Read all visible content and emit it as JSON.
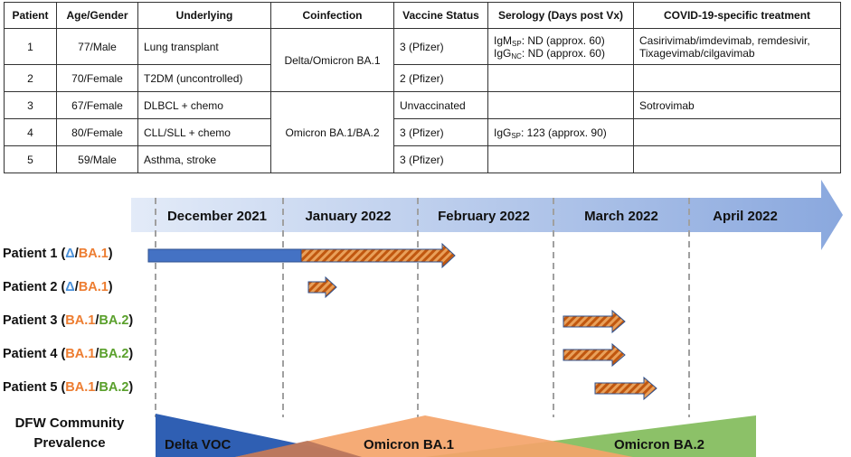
{
  "table": {
    "headers": [
      "Patient",
      "Age/Gender",
      "Underlying",
      "Coinfection",
      "Vaccine Status",
      "Serology (Days post Vx)",
      "COVID-19-specific treatment"
    ],
    "rows": [
      {
        "patient": "1",
        "age_gender": "77/Male",
        "underlying": "Lung transplant",
        "vaccine": "3 (Pfizer)"
      },
      {
        "patient": "2",
        "age_gender": "70/Female",
        "underlying": "T2DM (uncontrolled)",
        "vaccine": "2 (Pfizer)"
      },
      {
        "patient": "3",
        "age_gender": "67/Female",
        "underlying": "DLBCL + chemo",
        "vaccine": "Unvaccinated"
      },
      {
        "patient": "4",
        "age_gender": "80/Female",
        "underlying": "CLL/SLL + chemo",
        "vaccine": "3 (Pfizer)"
      },
      {
        "patient": "5",
        "age_gender": "59/Male",
        "underlying": "Asthma, stroke",
        "vaccine": "3 (Pfizer)"
      }
    ],
    "coinfection_1": "Delta/Omicron BA.1",
    "coinfection_2": "Omicron BA.1/BA.2",
    "serology_1": {
      "igm_base": "IgM",
      "igm_sub": "SP",
      "igm_value": ": ND (approx. 60)",
      "igg_base": "IgG",
      "igg_sub": "NC",
      "igg_value": ": ND (approx. 60)"
    },
    "serology_4": {
      "base": "IgG",
      "sub": "SP",
      "value": ": 123 (approx. 90)"
    },
    "treatment_1": "Casirivimab/imdevimab, remdesivir, Tixagevimab/cilgavimab",
    "treatment_3": "Sotrovimab"
  },
  "timeline": {
    "months": [
      "December 2021",
      "January 2022",
      "February 2022",
      "March 2022",
      "April 2022"
    ],
    "patients": [
      {
        "label": "Patient 1",
        "v1": "Δ",
        "v2": "BA.1",
        "c1": "delta",
        "c2": "ba1"
      },
      {
        "label": "Patient 2",
        "v1": "Δ",
        "v2": "BA.1",
        "c1": "delta",
        "c2": "ba1"
      },
      {
        "label": "Patient 3",
        "v1": "BA.1",
        "v2": "BA.2",
        "c1": "ba1",
        "c2": "ba2"
      },
      {
        "label": "Patient 4",
        "v1": "BA.1",
        "v2": "BA.2",
        "c1": "ba1",
        "c2": "ba2"
      },
      {
        "label": "Patient 5",
        "v1": "BA.1",
        "v2": "BA.2",
        "c1": "ba1",
        "c2": "ba2"
      }
    ],
    "prevalence_title": "DFW Community Prevalence",
    "prevalence_labels": {
      "delta": "Delta VOC",
      "ba1": "Omicron BA.1",
      "ba2": "Omicron BA.2"
    }
  },
  "colors": {
    "delta_bar": "#4472c4",
    "omicron_hatch_fill": "#c55a11",
    "omicron_hatch_bg": "#e99a53",
    "delta_area": "#2f5fb3",
    "ba1_area": "#f4a46a",
    "ba2_area": "#8cc168",
    "month_arrow_start": "#dfe8f7",
    "month_arrow_end": "#8eaadf"
  }
}
